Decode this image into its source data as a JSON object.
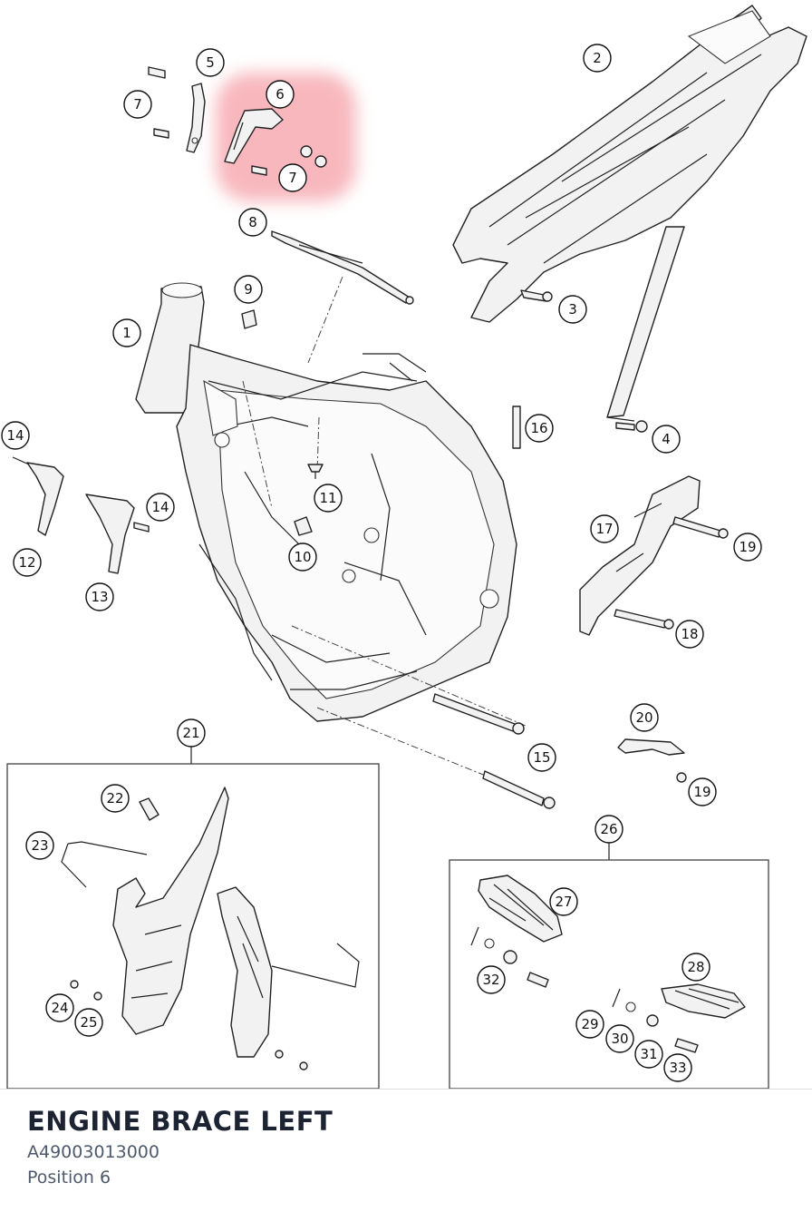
{
  "part": {
    "name": "ENGINE BRACE LEFT",
    "number": "A49003013000",
    "position": "Position 6"
  },
  "highlight_color": "#f5a0a8",
  "callouts": [
    "1",
    "2",
    "3",
    "4",
    "5",
    "6",
    "7",
    "7",
    "8",
    "9",
    "10",
    "11",
    "12",
    "13",
    "14",
    "14",
    "15",
    "16",
    "17",
    "18",
    "19",
    "19",
    "20",
    "21",
    "22",
    "23",
    "24",
    "25",
    "26",
    "27",
    "28",
    "29",
    "30",
    "31",
    "32",
    "33"
  ]
}
